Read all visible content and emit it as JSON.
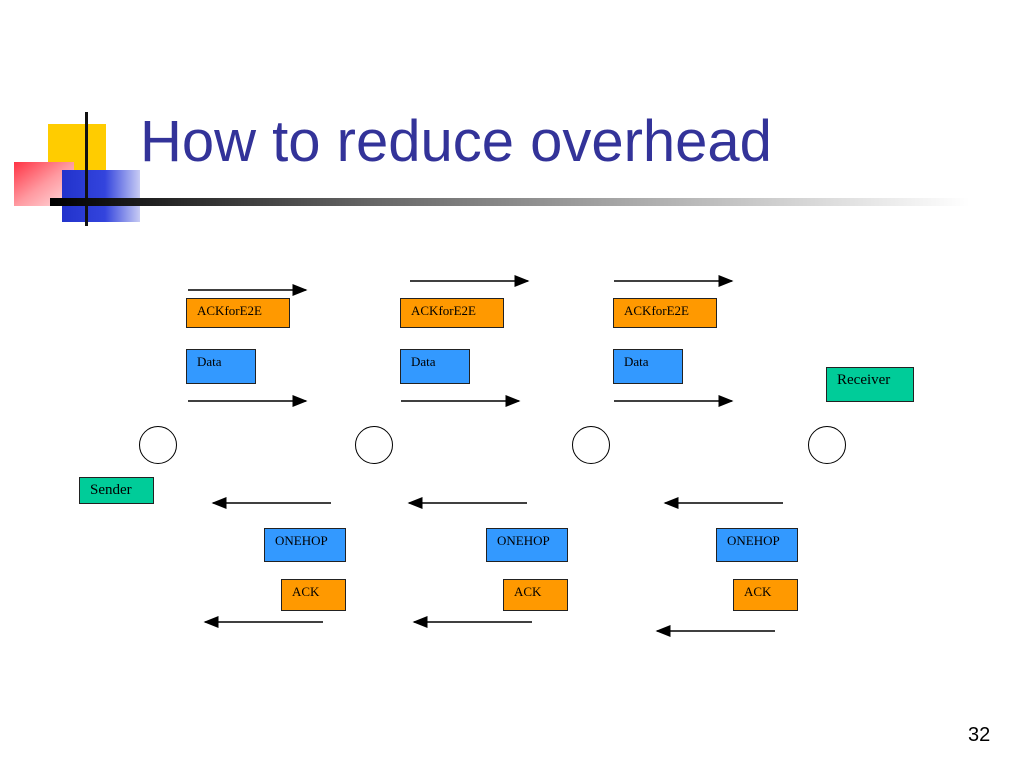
{
  "slide": {
    "title": "How to reduce overhead",
    "page_number": "32"
  },
  "diagram": {
    "sender_label": "Sender",
    "receiver_label": "Receiver",
    "forward_boxes": [
      {
        "ack_label": "ACKforE2E",
        "data_label": "Data"
      },
      {
        "ack_label": "ACKforE2E",
        "data_label": "Data"
      },
      {
        "ack_label": "ACKforE2E",
        "data_label": "Data"
      }
    ],
    "reverse_boxes": [
      {
        "onehop_label": "ONEHOP",
        "ack_label": "ACK"
      },
      {
        "onehop_label": "ONEHOP",
        "ack_label": "ACK"
      },
      {
        "onehop_label": "ONEHOP",
        "ack_label": "ACK"
      }
    ],
    "colors": {
      "title": "#333399",
      "ack_box": "#ff9900",
      "data_box": "#3399ff",
      "endpoint_box": "#00cc99"
    }
  }
}
